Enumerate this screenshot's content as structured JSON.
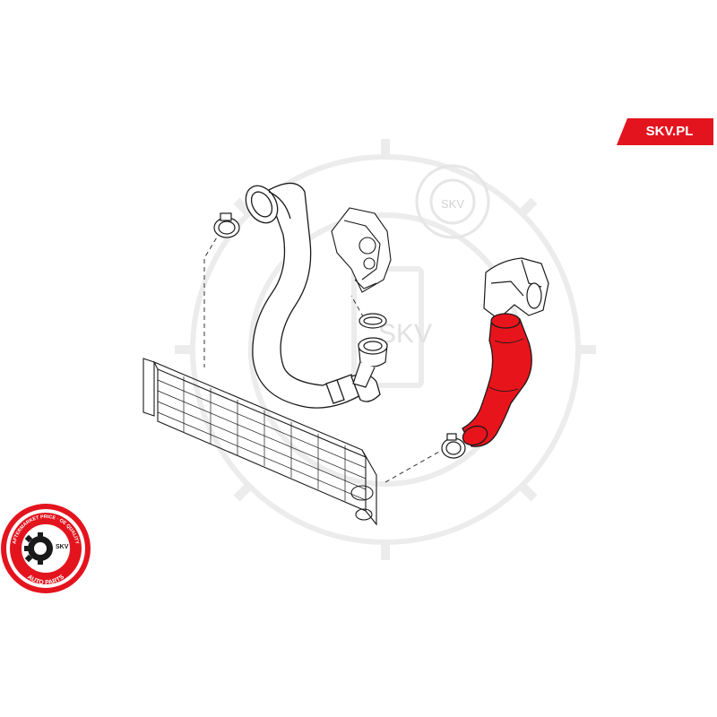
{
  "brand": {
    "site_label": "SKV.PL",
    "accent_color": "#e3141e"
  },
  "watermark": {
    "top_text": "SKV",
    "center_text": "SKV",
    "icon": "gear-watermark-icon"
  },
  "seal": {
    "arc_text": "AFTERMARKET PRICE · OE QUALITY",
    "inner_label": "SKV",
    "bottom_text": "AUTO PARTS",
    "icon": "gear-seal-icon"
  },
  "diagram": {
    "highlight_color": "#e8141c",
    "line_color": "#1a1a1a",
    "parts": [
      "intercooler",
      "charge-air-hose-left",
      "charge-air-hose-highlighted",
      "intake-manifold",
      "turbo-outlet",
      "hose-clamps"
    ]
  }
}
